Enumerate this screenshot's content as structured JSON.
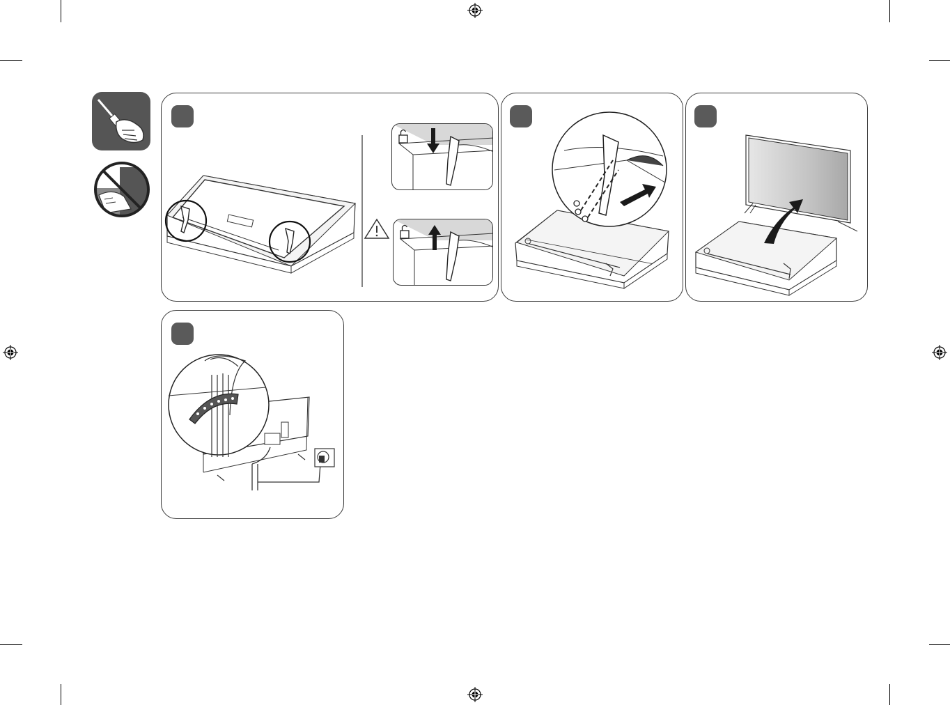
{
  "page": {
    "colors": {
      "line": "#3a3a3a",
      "badge": "#5a5a5a",
      "tool_bg": "#555555",
      "arrow": "#1a1a1a"
    }
  },
  "icons": {
    "tool": "screwdriver-hand-icon",
    "prohibited": "no-touch-screen-icon",
    "warning": "warning-triangle-icon",
    "lock": "padlock-icon",
    "registration": "registration-mark-icon"
  },
  "panels": [
    {
      "id": "step-1",
      "content": "tv-face-down-stand-attach"
    },
    {
      "id": "step-2",
      "content": "screw-stand-closeup"
    },
    {
      "id": "step-3",
      "content": "lift-tv-upright"
    },
    {
      "id": "step-4",
      "content": "cable-management"
    }
  ]
}
